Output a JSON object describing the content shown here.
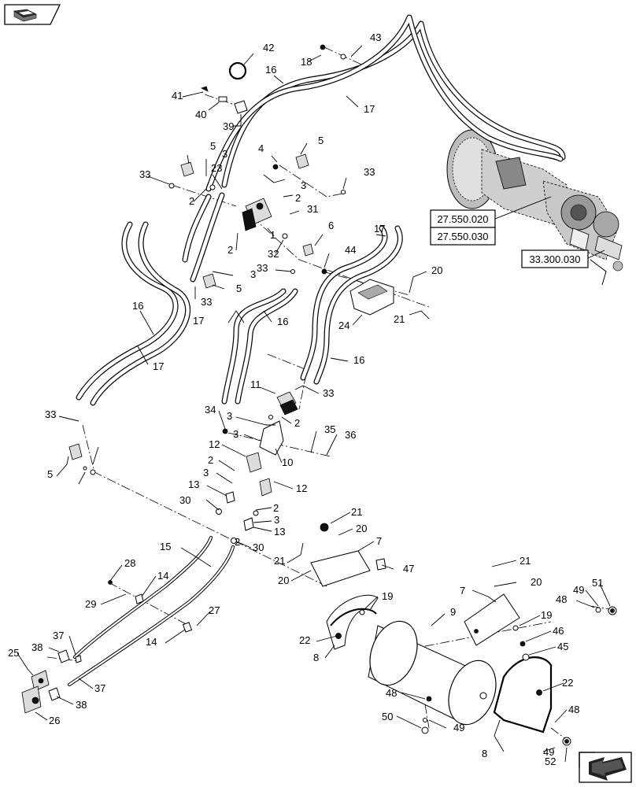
{
  "reference_boxes": [
    {
      "id": "ref-27-550-020",
      "text": "27.550.020"
    },
    {
      "id": "ref-27-550-030",
      "text": "27.550.030"
    },
    {
      "id": "ref-33-300-030",
      "text": "33.300.030"
    }
  ],
  "callouts": [
    {
      "key": "c42",
      "text": "42"
    },
    {
      "key": "c43",
      "text": "43"
    },
    {
      "key": "c18",
      "text": "18"
    },
    {
      "key": "c16a",
      "text": "16"
    },
    {
      "key": "c41",
      "text": "41"
    },
    {
      "key": "c17a",
      "text": "17"
    },
    {
      "key": "c40",
      "text": "40"
    },
    {
      "key": "c39",
      "text": "39"
    },
    {
      "key": "c5a",
      "text": "5"
    },
    {
      "key": "c3a",
      "text": "3"
    },
    {
      "key": "c4",
      "text": "4"
    },
    {
      "key": "c5b",
      "text": "5"
    },
    {
      "key": "c33a",
      "text": "33"
    },
    {
      "key": "c23",
      "text": "23"
    },
    {
      "key": "c3b",
      "text": "3"
    },
    {
      "key": "c33b",
      "text": "33"
    },
    {
      "key": "c2a",
      "text": "2"
    },
    {
      "key": "c2b",
      "text": "2"
    },
    {
      "key": "c31",
      "text": "31"
    },
    {
      "key": "c17b",
      "text": "17"
    },
    {
      "key": "c1",
      "text": "1"
    },
    {
      "key": "c6",
      "text": "6"
    },
    {
      "key": "c2c",
      "text": "2"
    },
    {
      "key": "c32",
      "text": "32"
    },
    {
      "key": "c44",
      "text": "44"
    },
    {
      "key": "c3c",
      "text": "3"
    },
    {
      "key": "c33c",
      "text": "33"
    },
    {
      "key": "c20a",
      "text": "20"
    },
    {
      "key": "c5c",
      "text": "5"
    },
    {
      "key": "c33d",
      "text": "33"
    },
    {
      "key": "c16b",
      "text": "16"
    },
    {
      "key": "c17c",
      "text": "17"
    },
    {
      "key": "c16c",
      "text": "16"
    },
    {
      "key": "c21a",
      "text": "21"
    },
    {
      "key": "c24",
      "text": "24"
    },
    {
      "key": "c17d",
      "text": "17"
    },
    {
      "key": "c16d",
      "text": "16"
    },
    {
      "key": "c11",
      "text": "11"
    },
    {
      "key": "c33e",
      "text": "33"
    },
    {
      "key": "c33f",
      "text": "33"
    },
    {
      "key": "c34",
      "text": "34"
    },
    {
      "key": "c3d",
      "text": "3"
    },
    {
      "key": "c2d",
      "text": "2"
    },
    {
      "key": "c35",
      "text": "35"
    },
    {
      "key": "c36",
      "text": "36"
    },
    {
      "key": "c3e",
      "text": "3"
    },
    {
      "key": "c10",
      "text": "10"
    },
    {
      "key": "c12a",
      "text": "12"
    },
    {
      "key": "c5d",
      "text": "5"
    },
    {
      "key": "c2e",
      "text": "2"
    },
    {
      "key": "c3f",
      "text": "3"
    },
    {
      "key": "c12b",
      "text": "12"
    },
    {
      "key": "c2f",
      "text": "2"
    },
    {
      "key": "c13a",
      "text": "13"
    },
    {
      "key": "c30a",
      "text": "30"
    },
    {
      "key": "c2g",
      "text": "2"
    },
    {
      "key": "c3g",
      "text": "3"
    },
    {
      "key": "c13b",
      "text": "13"
    },
    {
      "key": "c21b",
      "text": "21"
    },
    {
      "key": "c20b",
      "text": "20"
    },
    {
      "key": "c7a",
      "text": "7"
    },
    {
      "key": "c15",
      "text": "15"
    },
    {
      "key": "c30b",
      "text": "30"
    },
    {
      "key": "c47",
      "text": "47"
    },
    {
      "key": "c28",
      "text": "28"
    },
    {
      "key": "c21c",
      "text": "21"
    },
    {
      "key": "c14a",
      "text": "14"
    },
    {
      "key": "c20c",
      "text": "20"
    },
    {
      "key": "c21d",
      "text": "21"
    },
    {
      "key": "c20d",
      "text": "20"
    },
    {
      "key": "c29",
      "text": "29"
    },
    {
      "key": "c19a",
      "text": "19"
    },
    {
      "key": "c7b",
      "text": "7"
    },
    {
      "key": "c49a",
      "text": "49"
    },
    {
      "key": "c51",
      "text": "51"
    },
    {
      "key": "c48a",
      "text": "48"
    },
    {
      "key": "c9",
      "text": "9"
    },
    {
      "key": "c27",
      "text": "27"
    },
    {
      "key": "c19b",
      "text": "19"
    },
    {
      "key": "c14b",
      "text": "14"
    },
    {
      "key": "c22a",
      "text": "22"
    },
    {
      "key": "c46",
      "text": "46"
    },
    {
      "key": "c37a",
      "text": "37"
    },
    {
      "key": "c8a",
      "text": "8"
    },
    {
      "key": "c45",
      "text": "45"
    },
    {
      "key": "c38a",
      "text": "38"
    },
    {
      "key": "c25",
      "text": "25"
    },
    {
      "key": "c37b",
      "text": "37"
    },
    {
      "key": "c22b",
      "text": "22"
    },
    {
      "key": "c38b",
      "text": "38"
    },
    {
      "key": "c48b",
      "text": "48"
    },
    {
      "key": "c26",
      "text": "26"
    },
    {
      "key": "c48c",
      "text": "48"
    },
    {
      "key": "c50",
      "text": "50"
    },
    {
      "key": "c49b",
      "text": "49"
    },
    {
      "key": "c49c",
      "text": "49"
    },
    {
      "key": "c8b",
      "text": "8"
    },
    {
      "key": "c52",
      "text": "52"
    }
  ],
  "icons": {
    "top_left": "catalog-book-icon",
    "bottom_right": "next-page-arrow-icon"
  }
}
